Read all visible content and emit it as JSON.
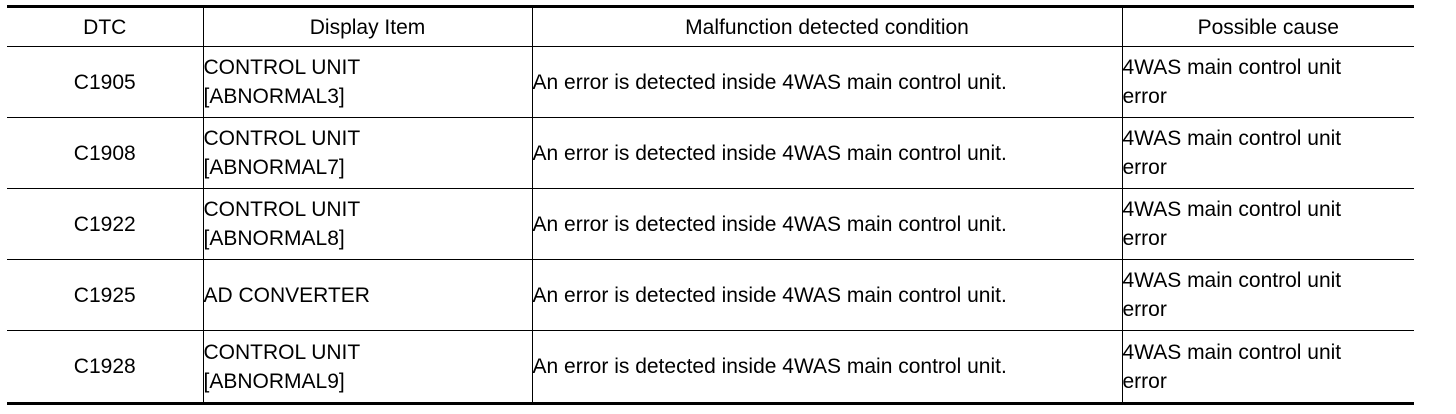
{
  "table": {
    "headers": {
      "dtc": "DTC",
      "display_item": "Display Item",
      "condition": "Malfunction detected condition",
      "cause": "Possible cause"
    },
    "rows": [
      {
        "dtc": "C1905",
        "display_item": [
          "CONTROL UNIT",
          "[ABNORMAL3]"
        ],
        "condition": "An error is detected inside 4WAS main control unit.",
        "cause": [
          "4WAS main control unit",
          "error"
        ]
      },
      {
        "dtc": "C1908",
        "display_item": [
          "CONTROL UNIT",
          "[ABNORMAL7]"
        ],
        "condition": "An error is detected inside 4WAS main control unit.",
        "cause": [
          "4WAS main control unit",
          "error"
        ]
      },
      {
        "dtc": "C1922",
        "display_item": [
          "CONTROL UNIT",
          "[ABNORMAL8]"
        ],
        "condition": "An error is detected inside 4WAS main control unit.",
        "cause": [
          "4WAS main control unit",
          "error"
        ]
      },
      {
        "dtc": "C1925",
        "display_item": [
          "AD CONVERTER"
        ],
        "condition": "An error is detected inside 4WAS main control unit.",
        "cause": [
          "4WAS main control unit",
          "error"
        ]
      },
      {
        "dtc": "C1928",
        "display_item": [
          "CONTROL UNIT",
          "[ABNORMAL9]"
        ],
        "condition": "An error is detected inside 4WAS main control unit.",
        "cause": [
          "4WAS main control unit",
          "error"
        ]
      }
    ]
  }
}
